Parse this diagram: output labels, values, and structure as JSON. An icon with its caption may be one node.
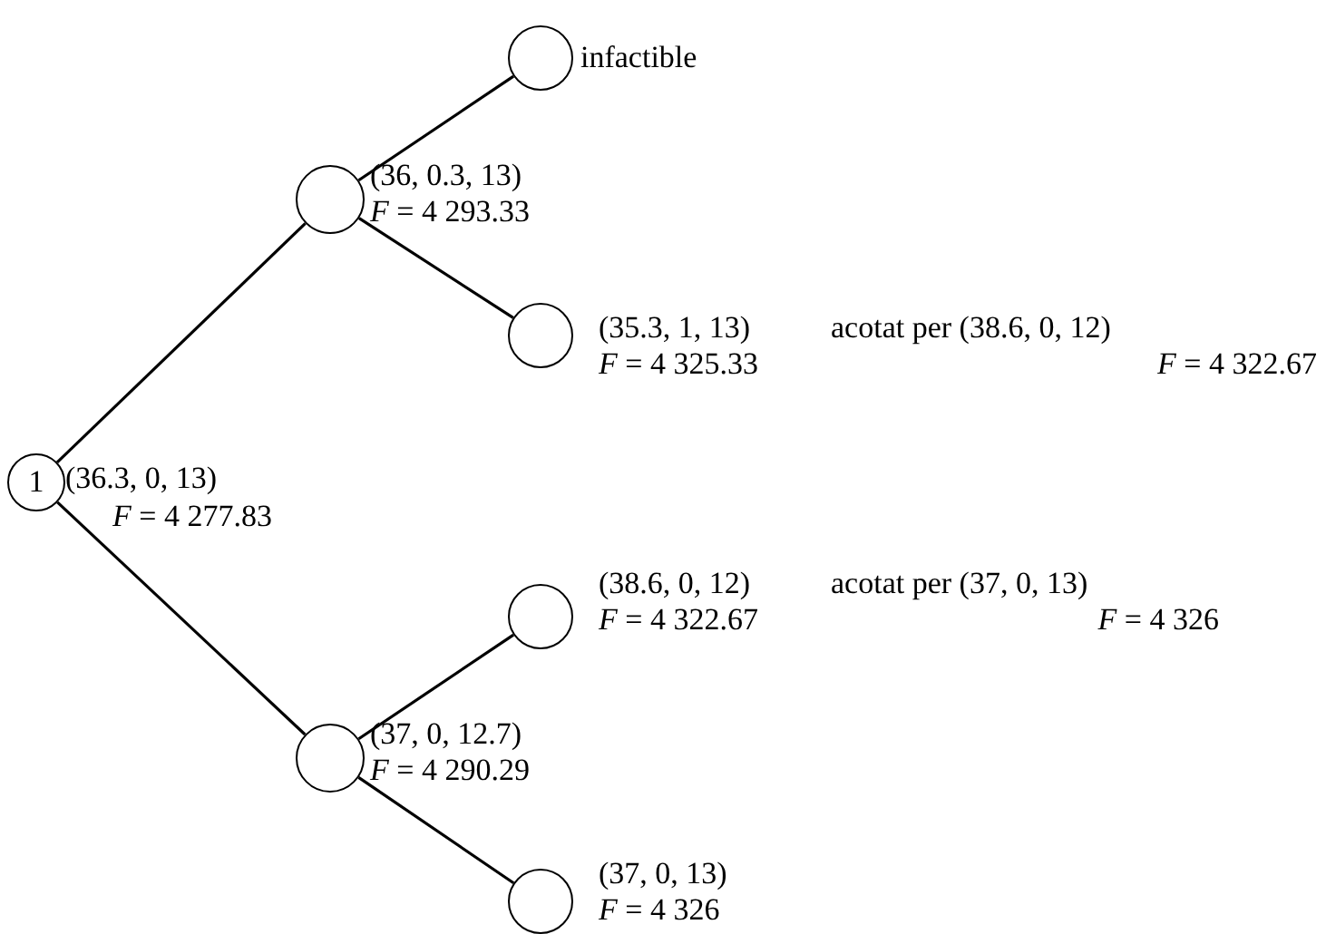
{
  "diagram": {
    "nodes": [
      {
        "text": [
          "1"
        ],
        "beside": [
          "(36.3, 0, 13)",
          "*F* = 4 277.83"
        ]
      },
      {
        "text": [],
        "shape": "circle",
        "beside": [
          "(36, 0.3, 13)",
          "*F* = 4 293.33"
        ]
      },
      {
        "text": [],
        "shape": "circle",
        "beside": [
          "infactible"
        ]
      },
      {
        "text": [],
        "shape": "circle",
        "beside": [
          "(35.3, 1, 13)",
          "*F* = 4 325.33",
          "acotat per (38.6, 0, 12)",
          "*F* = 4 322.67"
        ]
      },
      {
        "text": [],
        "shape": "circle",
        "beside": [
          "(37, 0, 12.7)",
          "*F* = 4 290.29"
        ]
      },
      {
        "text": [],
        "shape": "circle",
        "beside": [
          "(38.6, 0, 12)",
          "*F* = 4 322.67",
          "acotat per (37, 0, 13)",
          "*F* = 4 326"
        ]
      },
      {
        "text": [],
        "shape": "circle",
        "beside": [
          "(37, 0, 13)",
          "*F* = 4 326"
        ]
      }
    ],
    "edges": [
      {
        "from": 0,
        "to": 1,
        "arrow": "none"
      },
      {
        "from": 1,
        "to": 2,
        "arrow": "none"
      },
      {
        "from": 1,
        "to": 3,
        "arrow": "none"
      },
      {
        "from": 0,
        "to": 4,
        "arrow": "none"
      },
      {
        "from": 4,
        "to": 5,
        "arrow": "none"
      },
      {
        "from": 4,
        "to": 6,
        "arrow": "none"
      }
    ]
  }
}
